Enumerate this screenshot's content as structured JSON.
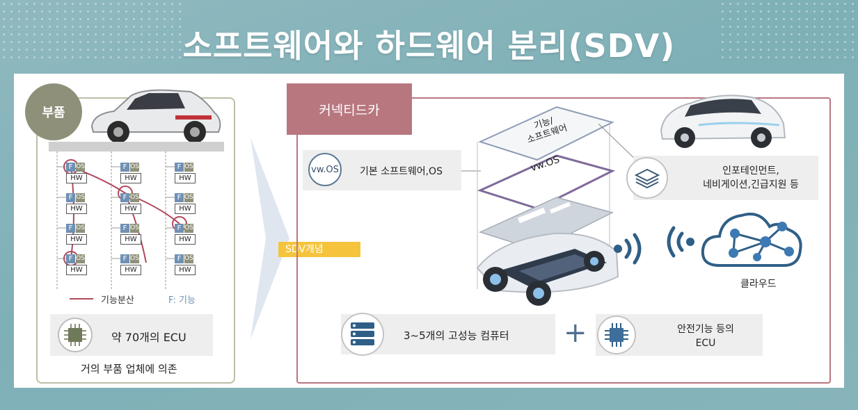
{
  "title": "소프트웨어와 하드웨어 분리(SDV)",
  "left": {
    "badge": "부품",
    "cell_f": "F",
    "cell_os": "OS",
    "cell_hw": "HW",
    "legend_distribution": "기능분산",
    "legend_f": "F: 기능",
    "ecu_label": "약 70개의 ECU",
    "footer": "거의 부품 업체에 의존"
  },
  "sdv_tag": "SDV개념",
  "right": {
    "connected_car": "커넥티드카",
    "os_circle": "vw.OS",
    "os_label": "기본 소프트웨어,OS",
    "layer_top": "기능/\n소프트웨어",
    "layer_mid": "vw.OS",
    "info_line1": "인포테인먼트,",
    "info_line2": "네비게이션,긴급지원 등",
    "cloud_label": "클라우드",
    "server_label": "3~5개의 고성능 컴퓨터",
    "plus": "+",
    "chip_line1": "안전기능 등의",
    "chip_line2": "ECU"
  },
  "colors": {
    "background": "#86b4ba",
    "connected_car_bg": "#b8777f",
    "badge_bg": "#8f9079",
    "sdv_tag_bg": "#f5c43c",
    "icon_blue": "#37506b",
    "distribution_line": "#b0485a"
  }
}
